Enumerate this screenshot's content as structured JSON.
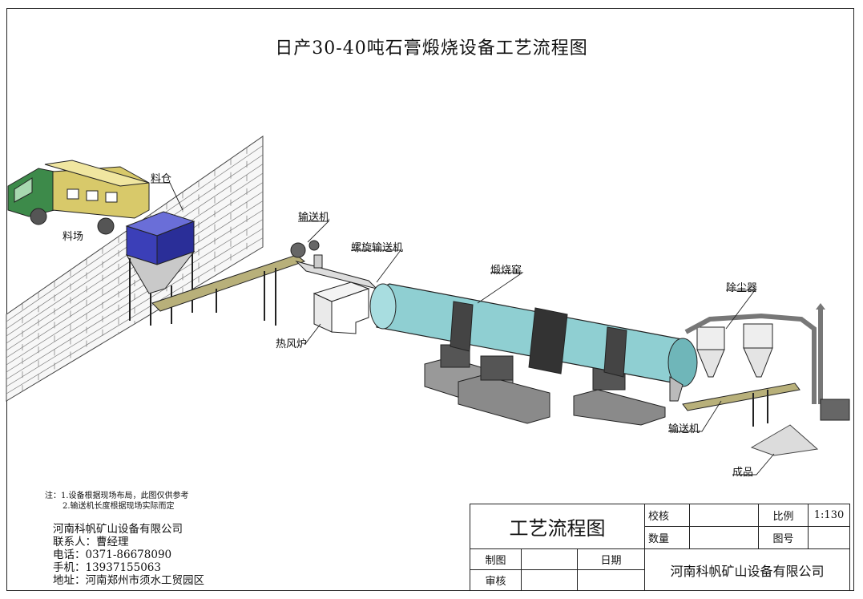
{
  "title": "日产30-40吨石膏煅烧设备工艺流程图",
  "labels": {
    "stockpile": "料场",
    "bin": "料仓",
    "conveyor_top": "输送机",
    "screw_conveyor": "螺旋输送机",
    "hot_air_furnace": "热风炉",
    "calcining_kiln": "煅烧窑",
    "dust_collector": "除尘器",
    "conveyor_bottom": "输送机",
    "product": "成品"
  },
  "notes": [
    "注：1.设备根据现场布局，此图仅供参考",
    "2.输送机长度根据现场实际而定"
  ],
  "company_info": {
    "name": "河南科帆矿山设备有限公司",
    "contact": "联系人：曹经理",
    "phone": "电话：0371-86678090",
    "mobile": "手机：13937155063",
    "address": "地址：河南郑州市须水工贸园区"
  },
  "title_block": {
    "drawing_title": "工艺流程图",
    "check": "校核",
    "scale_label": "比例",
    "scale_value": "1:130",
    "quantity": "数量",
    "drawing_no": "图号",
    "drawn_by": "制图",
    "date": "日期",
    "review": "审核",
    "company": "河南科帆矿山设备有限公司"
  },
  "colors": {
    "kiln": "#8fcfd2",
    "bin": "#3b3fb8",
    "truck_cab": "#3d8a4a",
    "truck_body": "#d8c96a",
    "base": "#8a8a8a",
    "conveyor": "#b8b07a"
  }
}
